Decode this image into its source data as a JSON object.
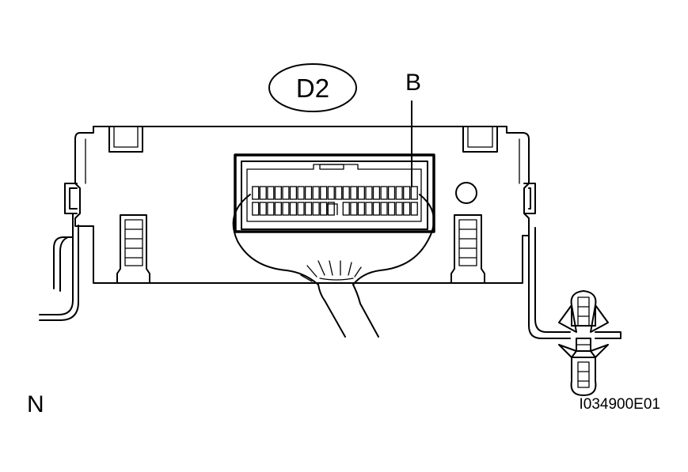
{
  "connector_label": "D2",
  "terminal_label": "B",
  "view_label": "N",
  "figure_code": "I034900E01"
}
